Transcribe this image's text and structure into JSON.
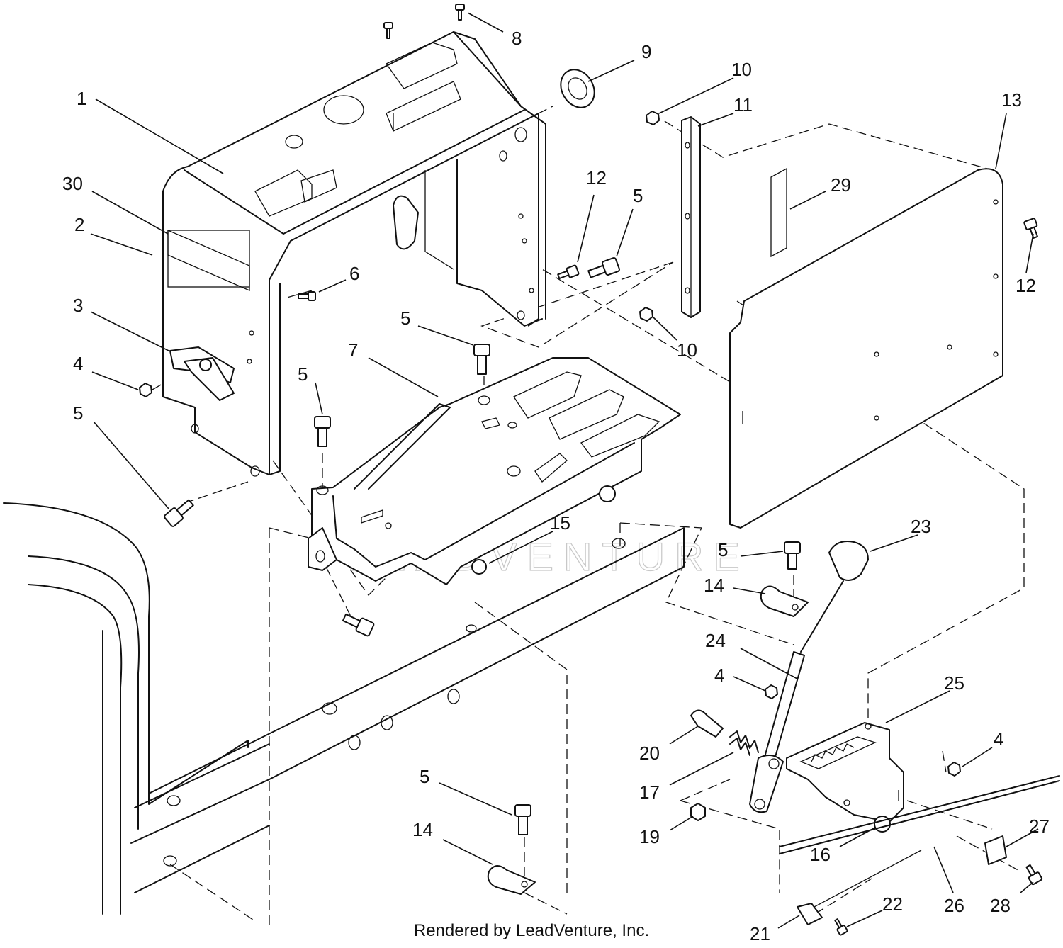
{
  "watermark": "LEADVENTURE",
  "footer": "Rendered by LeadVenture, Inc.",
  "callouts": [
    {
      "id": "c1",
      "label": "1"
    },
    {
      "id": "c2",
      "label": "2"
    },
    {
      "id": "c3",
      "label": "3"
    },
    {
      "id": "c4a",
      "label": "4"
    },
    {
      "id": "c4b",
      "label": "4"
    },
    {
      "id": "c4c",
      "label": "4"
    },
    {
      "id": "c5a",
      "label": "5"
    },
    {
      "id": "c5b",
      "label": "5"
    },
    {
      "id": "c5c",
      "label": "5"
    },
    {
      "id": "c5d",
      "label": "5"
    },
    {
      "id": "c5e",
      "label": "5"
    },
    {
      "id": "c5f",
      "label": "5"
    },
    {
      "id": "c6",
      "label": "6"
    },
    {
      "id": "c7",
      "label": "7"
    },
    {
      "id": "c8",
      "label": "8"
    },
    {
      "id": "c9",
      "label": "9"
    },
    {
      "id": "c10a",
      "label": "10"
    },
    {
      "id": "c10b",
      "label": "10"
    },
    {
      "id": "c11",
      "label": "11"
    },
    {
      "id": "c12a",
      "label": "12"
    },
    {
      "id": "c12b",
      "label": "12"
    },
    {
      "id": "c13",
      "label": "13"
    },
    {
      "id": "c14a",
      "label": "14"
    },
    {
      "id": "c14b",
      "label": "14"
    },
    {
      "id": "c15",
      "label": "15"
    },
    {
      "id": "c16",
      "label": "16"
    },
    {
      "id": "c17",
      "label": "17"
    },
    {
      "id": "c19",
      "label": "19"
    },
    {
      "id": "c20",
      "label": "20"
    },
    {
      "id": "c21",
      "label": "21"
    },
    {
      "id": "c22",
      "label": "22"
    },
    {
      "id": "c23",
      "label": "23"
    },
    {
      "id": "c24",
      "label": "24"
    },
    {
      "id": "c25",
      "label": "25"
    },
    {
      "id": "c26",
      "label": "26"
    },
    {
      "id": "c27",
      "label": "27"
    },
    {
      "id": "c28",
      "label": "28"
    },
    {
      "id": "c29",
      "label": "29"
    },
    {
      "id": "c30",
      "label": "30"
    }
  ]
}
